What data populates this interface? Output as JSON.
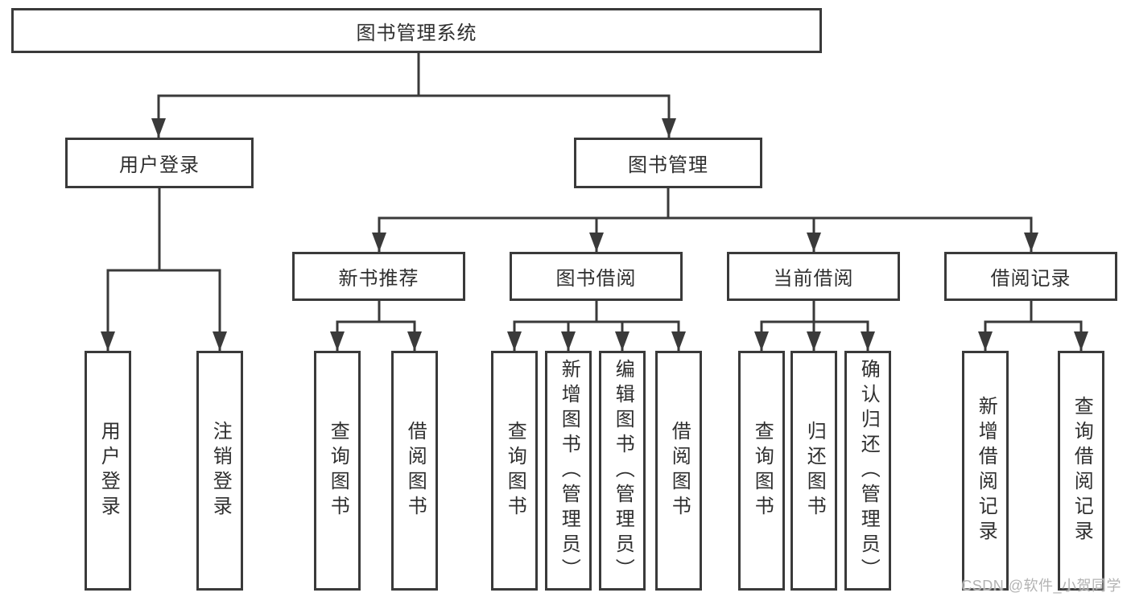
{
  "nodes": {
    "root": "图书管理系统",
    "user_login": "用户登录",
    "book_mgmt": "图书管理",
    "new_books": "新书推荐",
    "book_borrow": "图书借阅",
    "current_borrow": "当前借阅",
    "borrow_records": "借阅记录"
  },
  "leaves": {
    "login": [
      "用户登录",
      "注销登录"
    ],
    "new_books": [
      "查询图书",
      "借阅图书"
    ],
    "book_borrow": [
      "查询图书",
      "新增图书（管理员）",
      "编辑图书（管理员）",
      "借阅图书"
    ],
    "current_borrow": [
      "查询图书",
      "归还图书",
      "确认归还（管理员）"
    ],
    "borrow_records": [
      "新增借阅记录",
      "查询借阅记录"
    ]
  },
  "watermark": "CSDN @软件_小贺同学",
  "colors": {
    "stroke": "#3a3a3a",
    "text": "#2f2f2f",
    "watermark": "#b3b3b3"
  }
}
